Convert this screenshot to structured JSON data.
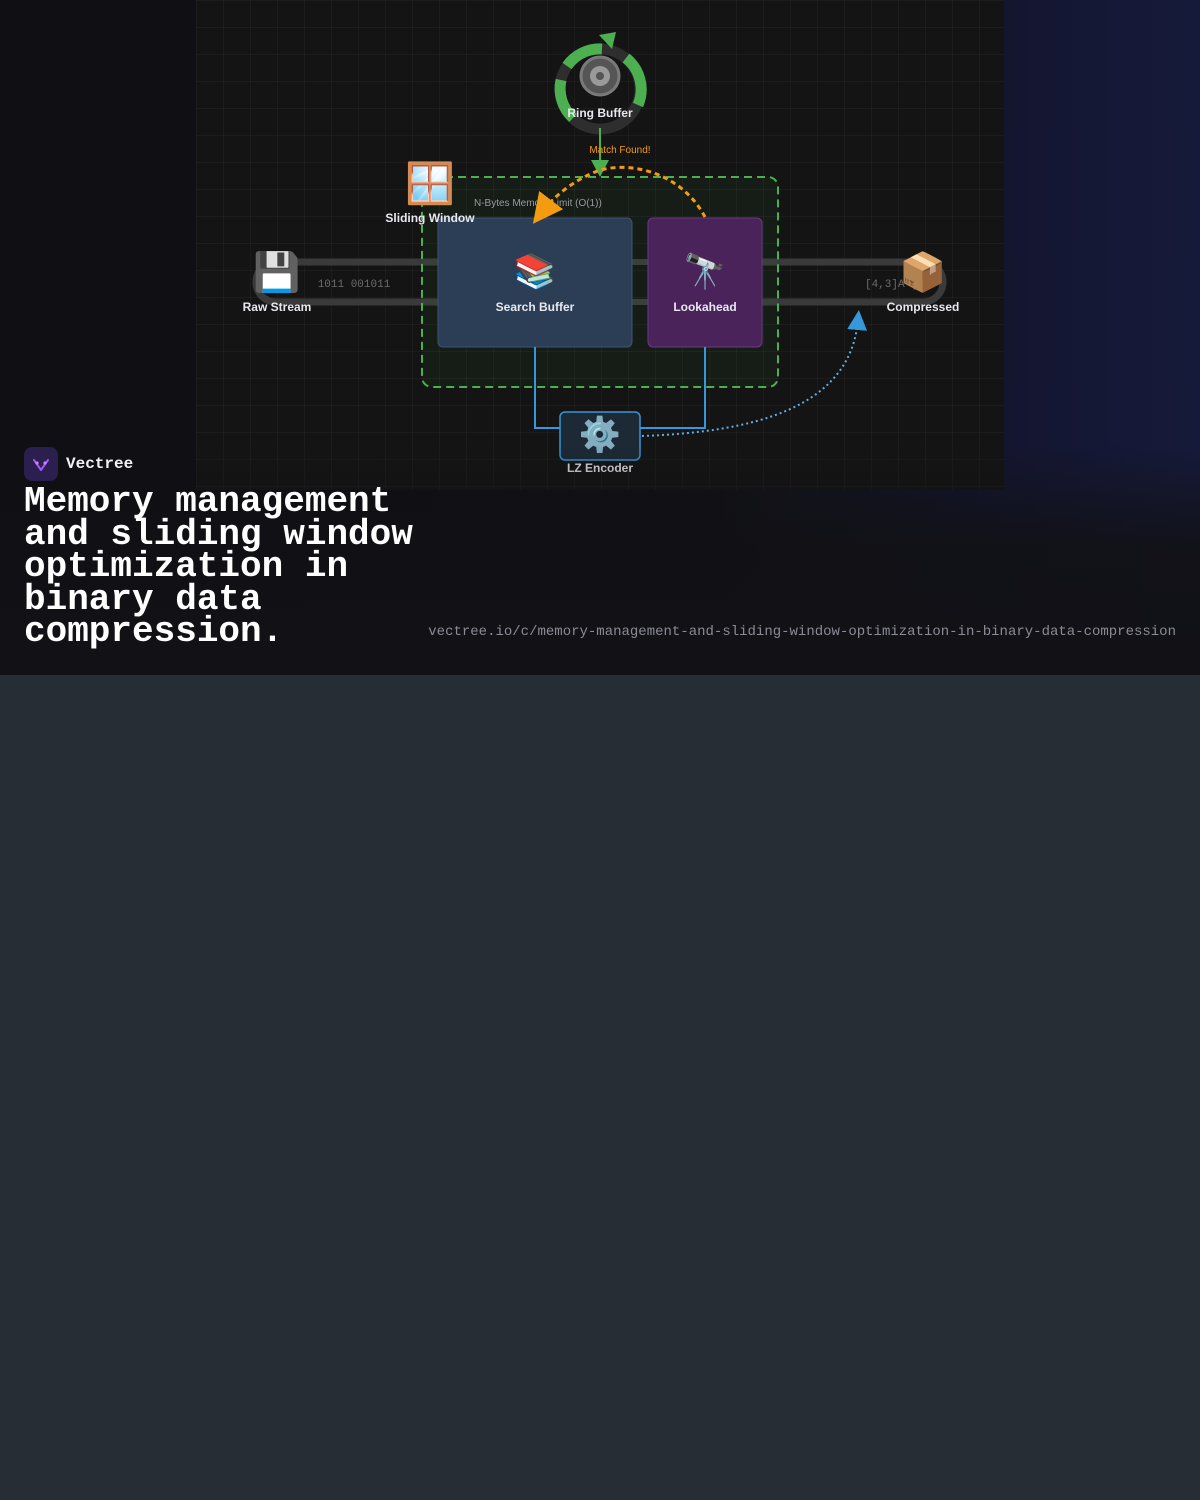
{
  "brand": {
    "name": "Vectree",
    "logo_icon": "vectree-logo-icon",
    "logo_color": "#a855f7"
  },
  "title": "Memory management and sliding window optimization in binary data compression.",
  "url": "vectree.io/c/memory-management-and-sliding-window-optimization-in-binary-data-compression",
  "diagram": {
    "nodes": {
      "ring_buffer": {
        "label": "Ring Buffer",
        "icon": "wheel-icon",
        "color": "#4caf50"
      },
      "sliding_window": {
        "label": "Sliding Window",
        "icon": "window-icon"
      },
      "raw_stream": {
        "label": "Raw Stream",
        "icon": "floppy-disk-icon"
      },
      "search_buffer": {
        "label": "Search Buffer",
        "icon": "books-icon",
        "color": "#2c3e55"
      },
      "lookahead": {
        "label": "Lookahead",
        "icon": "telescope-icon",
        "color": "#4a235a"
      },
      "compressed": {
        "label": "Compressed",
        "icon": "package-icon"
      },
      "lz_encoder": {
        "label": "LZ Encoder",
        "icon": "gear-icon",
        "color": "#3498db"
      }
    },
    "annotations": {
      "match_found": "Match Found!",
      "memory_limit": "N-Bytes Memory Limit (O(1))"
    },
    "stream_bits": {
      "input": "1011  001011",
      "output": "[4,3]A [1,"
    },
    "colors": {
      "window_border": "#4caf50",
      "match_arrow": "#f39c12",
      "encoder_link": "#3498db"
    }
  }
}
